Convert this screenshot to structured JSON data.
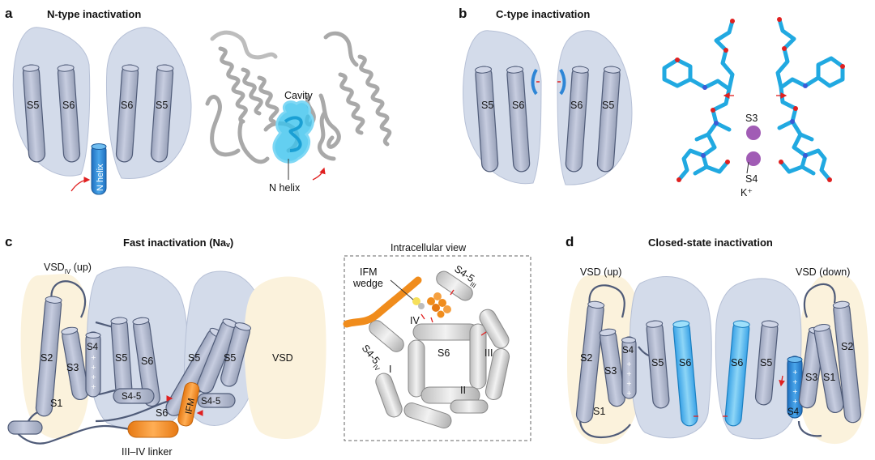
{
  "panel_a": {
    "letter": "a",
    "title": "N-type inactivation",
    "helix_labels": [
      "S5",
      "S6",
      "S6",
      "S5"
    ],
    "n_helix": "N helix",
    "cavity": "Cavity",
    "n_helix_struct": "N helix"
  },
  "panel_b": {
    "letter": "b",
    "title": "C-type inactivation",
    "helix_labels": [
      "S5",
      "S6",
      "S6",
      "S5"
    ],
    "s3": "S3",
    "s4": "S4",
    "k_ion": "K⁺"
  },
  "panel_c": {
    "letter": "c",
    "title": "Fast inactivation (Naᵥ)",
    "vsd_up": "VSD",
    "vsd_up_sub": "IV",
    "vsd_up_tail": " (up)",
    "s1": "S1",
    "s2": "S2",
    "s3": "S3",
    "s4": "S4",
    "s5a": "S5",
    "s6a": "S6",
    "s4_5a": "S4-5",
    "s5b": "S5",
    "s5c": "S5",
    "s6b": "S6",
    "s4_5b": "S4-5",
    "ifm": "IFM",
    "vsd_right": "VSD",
    "linker": "III–IV linker",
    "inset_title": "Intracellular view",
    "ifm_wedge_1": "IFM",
    "ifm_wedge_2": "wedge",
    "s4_5_iii": "S4-5",
    "s4_5_iii_sub": "III",
    "s4_5_iv": "S4-5",
    "s4_5_iv_sub": "IV",
    "roman_iv": "IV",
    "roman_iii": "III",
    "roman_i": "I",
    "roman_ii": "II",
    "inset_s6": "S6"
  },
  "panel_d": {
    "letter": "d",
    "title": "Closed-state inactivation",
    "vsd_up": "VSD (up)",
    "vsd_down": "VSD (down)",
    "left": {
      "s1": "S1",
      "s2": "S2",
      "s3": "S3",
      "s4": "S4",
      "s5": "S5",
      "s6": "S6"
    },
    "right": {
      "s6": "S6",
      "s5": "S5",
      "s4": "S4",
      "s3": "S3",
      "s2": "S2",
      "s1": "S1"
    }
  },
  "colors": {
    "pore_fill": "#d3dbea",
    "vsd_fill": "#fbf2dc",
    "helix_grey": "#b9c0d3",
    "helix_stroke": "#4f5b78",
    "blue": "#2e86d6",
    "light_blue": "#5cc0ee",
    "orange": "#f08c1c",
    "purple": "#a15cb5",
    "red": "#e02020"
  }
}
